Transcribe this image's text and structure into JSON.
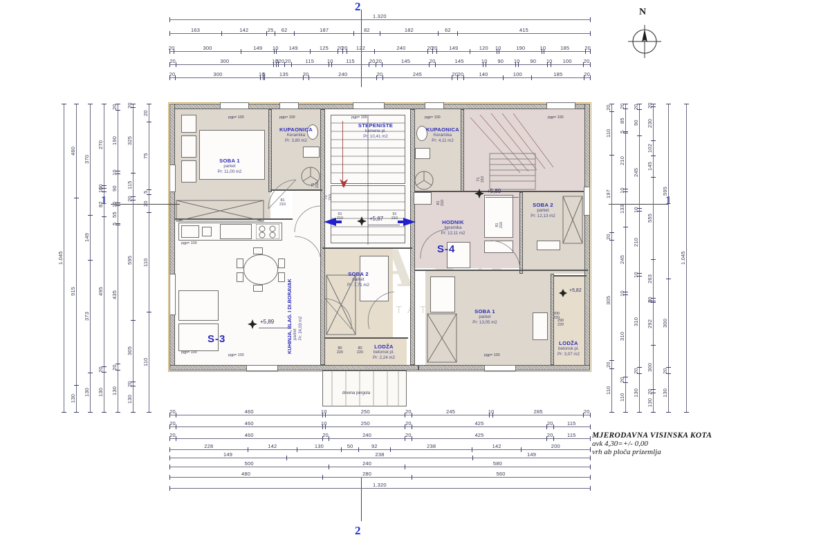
{
  "drawing": {
    "type": "architectural-floor-plan",
    "title_note": {
      "line1": "MJERODAVNA VISINSKA KOTA",
      "line2": "avk 4,30=+/- 0,00",
      "line3": "vrh ab ploča prizemlja"
    },
    "north_label": "N",
    "section_markers": [
      {
        "id": "1-left",
        "label": "1"
      },
      {
        "id": "1-right",
        "label": "1"
      },
      {
        "id": "2-top",
        "label": "2"
      },
      {
        "id": "2-bottom",
        "label": "2"
      }
    ],
    "watermark": {
      "big": "CASA",
      "small": "REAL ESTATE AGENCY"
    }
  },
  "apartments": [
    {
      "id": "S-3",
      "label": "S-3"
    },
    {
      "id": "S-4",
      "label": "S-4"
    }
  ],
  "rooms": [
    {
      "id": "soba-1-left",
      "name": "SOBA 1",
      "finish": "parket",
      "area": "Pr: 11,00 m2"
    },
    {
      "id": "kupaonica-left",
      "name": "KUPAONICA",
      "finish": "Keramika",
      "area": "Pr: 3,80 m2"
    },
    {
      "id": "stepeniste",
      "name": "STEPENIŠTE",
      "finish": "kamene pl.",
      "area": "Pr: 10,41 m2"
    },
    {
      "id": "kupaonica-right",
      "name": "KUPAONICA",
      "finish": "Keramika",
      "area": "Pr: 4,11 m2"
    },
    {
      "id": "soba-2-right",
      "name": "SOBA 2",
      "finish": "parket",
      "area": "Pr: 12,13 m2"
    },
    {
      "id": "hodnik",
      "name": "HODNIK",
      "finish": "keramika",
      "area": "Pr: 12,11 m2"
    },
    {
      "id": "soba-2-center",
      "name": "SOBA 2",
      "finish": "parket",
      "area": "Pr: 7,71 m2"
    },
    {
      "id": "soba-1-right",
      "name": "SOBA 1",
      "finish": "parket",
      "area": "Pr: 13,05 m2"
    },
    {
      "id": "lodza-center",
      "name": "LODŽA",
      "finish": "betonsk pl.",
      "area": "Pr: 2,24 m2"
    },
    {
      "id": "lodza-right",
      "name": "LODŽA",
      "finish": "betonsk pl.",
      "area": "Pr: 3,07 m2"
    },
    {
      "id": "kuhinja",
      "name": "KUHINJA, BLAG. I DI.BORAVAK",
      "finish": "parket",
      "area": "Pr: 24,03 m2"
    }
  ],
  "elevations": [
    {
      "id": "elev-s3",
      "value": "+5,89"
    },
    {
      "id": "elev-center",
      "value": "+5,87"
    },
    {
      "id": "elev-s4",
      "value": "+5,89"
    },
    {
      "id": "elev-lodza-r",
      "value": "+5,82"
    }
  ],
  "balcony_note": "drvena pergola",
  "window_tags": [
    "pgp= 100",
    "pgp= 100",
    "pgp= 100",
    "pgp= 100",
    "pgp= 100",
    "pgp= 100",
    "pgp= 100",
    "pgp= 100",
    "pgp= 100"
  ],
  "door_tags": [
    {
      "w": "81",
      "h": "210"
    },
    {
      "w": "91",
      "h": "210"
    },
    {
      "w": "91",
      "h": "210"
    },
    {
      "w": "71",
      "h": "210"
    },
    {
      "w": "71",
      "h": "210"
    },
    {
      "w": "71",
      "h": "210"
    },
    {
      "w": "81",
      "h": "210"
    },
    {
      "w": "81",
      "h": "210"
    },
    {
      "w": "80",
      "h": "220"
    },
    {
      "w": "80",
      "h": "220"
    },
    {
      "w": "200",
      "h": "220"
    },
    {
      "w": "290",
      "h": "220"
    }
  ],
  "dimensions": {
    "top": [
      {
        "row": 0,
        "values": [
          "1.320"
        ]
      },
      {
        "row": 1,
        "values": [
          "163",
          "142",
          "25",
          "62",
          "187",
          "82",
          "182",
          "62",
          "415"
        ]
      },
      {
        "row": 2,
        "values": [
          "20",
          "300",
          "149",
          "10",
          "149",
          "125",
          "20",
          "20",
          "122",
          "240",
          "20",
          "20",
          "149",
          "120",
          "10",
          "190",
          "10",
          "185",
          "20"
        ]
      },
      {
        "row": 3,
        "values": [
          "20",
          "300",
          "10",
          "5",
          "20",
          "20",
          "115",
          "10",
          "115",
          "20",
          "20",
          "145",
          "20",
          "145",
          "10",
          "90",
          "10",
          "90",
          "10",
          "100",
          "20"
        ]
      },
      {
        "row": 4,
        "values": [
          "20",
          "300",
          "10",
          "5",
          "135",
          "20",
          "240",
          "20",
          "245",
          "20",
          "20",
          "140",
          "100",
          "185",
          "20"
        ]
      }
    ],
    "bottom": [
      {
        "row": 0,
        "values": [
          "20",
          "460",
          "10",
          "250",
          "20",
          "245",
          "10",
          "285",
          "20"
        ]
      },
      {
        "row": 1,
        "values": [
          "20",
          "460",
          "10",
          "250",
          "20",
          "425",
          "20",
          "115"
        ]
      },
      {
        "row": 2,
        "values": [
          "20",
          "460",
          "20",
          "240",
          "20",
          "425",
          "20",
          "115"
        ]
      },
      {
        "row": 3,
        "values": [
          "228",
          "142",
          "130",
          "50",
          "92",
          "238",
          "142",
          "200"
        ]
      },
      {
        "row": 4,
        "values": [
          "149",
          "238",
          "149"
        ]
      },
      {
        "row": 5,
        "values": [
          "500",
          "240",
          "580"
        ]
      },
      {
        "row": 6,
        "values": [
          "480",
          "280",
          "560"
        ]
      },
      {
        "row": 7,
        "values": [
          "1.320"
        ]
      }
    ],
    "left": [
      {
        "col": 0,
        "values": [
          "1.045"
        ]
      },
      {
        "col": 1,
        "values": [
          "460",
          "915",
          "130"
        ]
      },
      {
        "col": 2,
        "values": [
          "370",
          "149",
          "373",
          "130"
        ]
      },
      {
        "col": 3,
        "values": [
          "270",
          "10",
          "10",
          "82",
          "495",
          "20",
          "130"
        ]
      },
      {
        "col": 4,
        "values": [
          "20",
          "190",
          "10",
          "90",
          "10",
          "55",
          "5",
          "435",
          "20",
          "130"
        ]
      },
      {
        "col": 5,
        "values": [
          "20",
          "325",
          "115",
          "20",
          "595",
          "305",
          "20",
          "130"
        ]
      },
      {
        "col": 6,
        "values": [
          "20",
          "75",
          "5",
          "20",
          "110",
          "110"
        ]
      }
    ],
    "right": [
      {
        "col": 0,
        "values": [
          "20",
          "110",
          "197",
          "20",
          "305",
          "20",
          "110"
        ]
      },
      {
        "col": 1,
        "values": [
          "20",
          "85",
          "5",
          "210",
          "10",
          "133",
          "245",
          "10",
          "310",
          "20",
          "110"
        ]
      },
      {
        "col": 2,
        "values": [
          "20",
          "90",
          "245",
          "10",
          "210",
          "10",
          "310",
          "20",
          "130"
        ]
      },
      {
        "col": 3,
        "values": [
          "20",
          "230",
          "102",
          "145",
          "555",
          "263",
          "20",
          "8",
          "292",
          "300",
          "20",
          "130"
        ]
      },
      {
        "col": 4,
        "values": [
          "595",
          "300",
          "20",
          "130"
        ]
      },
      {
        "col": 5,
        "values": [
          "1.045"
        ]
      }
    ]
  }
}
